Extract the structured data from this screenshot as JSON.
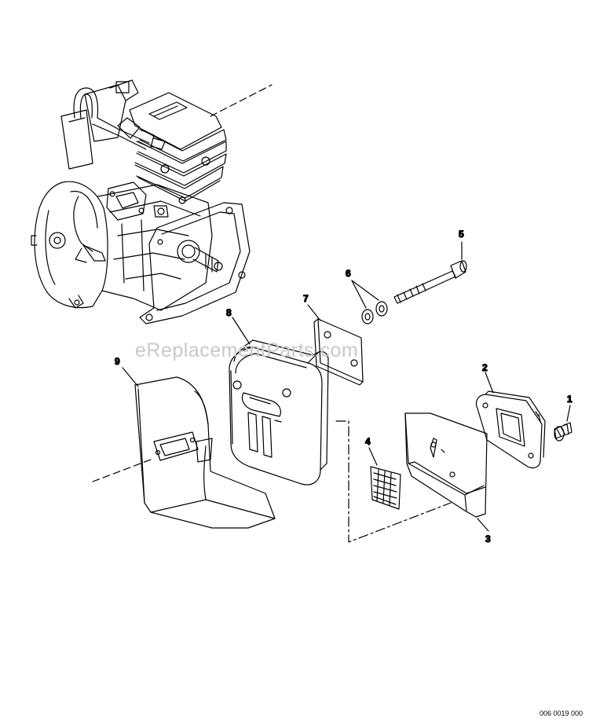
{
  "watermark": "eReplacementParts.com",
  "document_number": "006 0019 000",
  "callouts": {
    "c1": "1",
    "c2": "2",
    "c3": "3",
    "c4": "4",
    "c5": "5",
    "c6": "6",
    "c7": "7",
    "c8": "8",
    "c9": "9"
  },
  "colors": {
    "line": "#000000",
    "watermark": "#c9c9c9"
  }
}
